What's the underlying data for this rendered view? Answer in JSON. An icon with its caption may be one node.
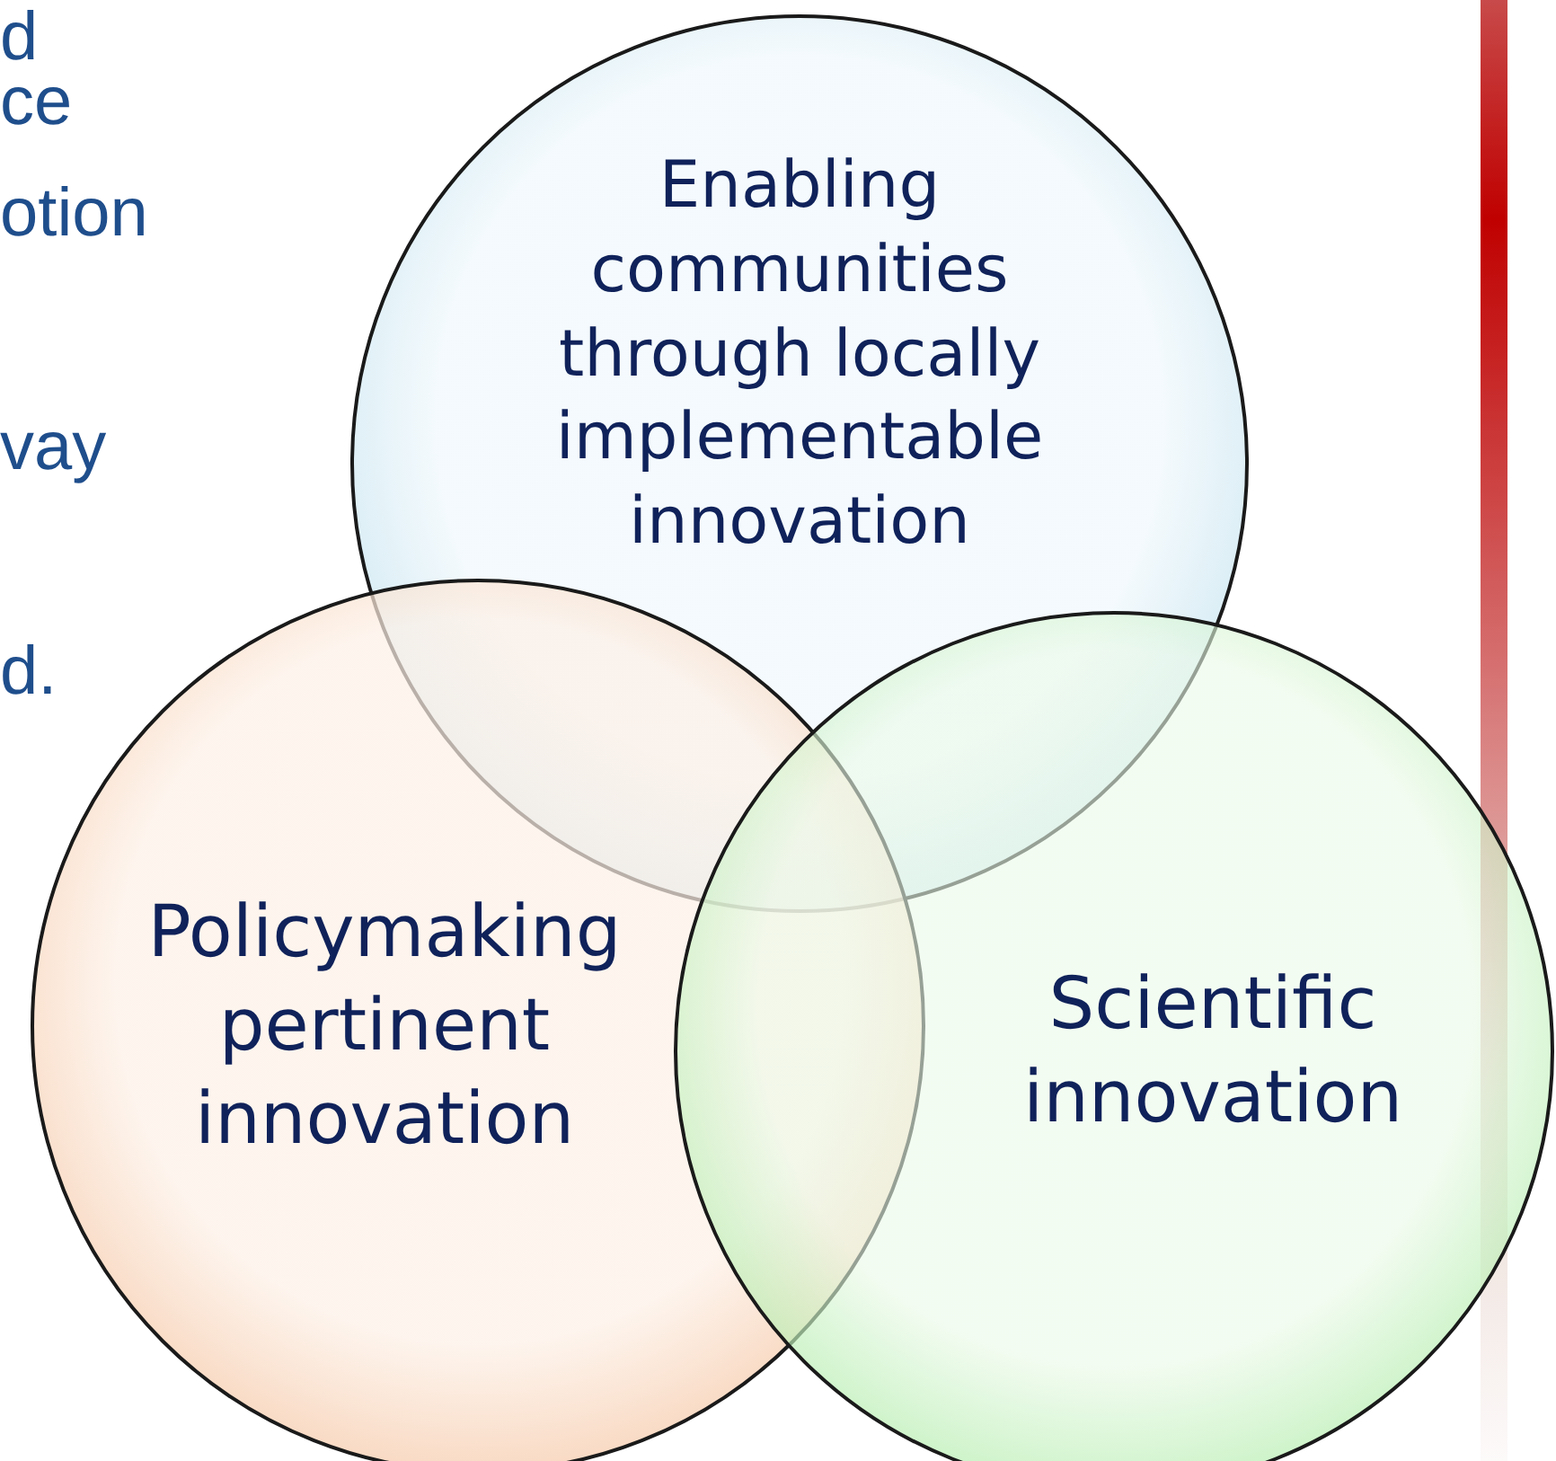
{
  "diagram": {
    "nodes": [
      {
        "text": [
          "Enabling communities through locally implementable innovation"
        ]
      },
      {
        "text": [
          "Policymaking pertinent innovation"
        ]
      },
      {
        "text": [
          "Scientific innovation"
        ]
      }
    ],
    "labels": [
      "d",
      "ce",
      "otion",
      "vay",
      "d."
    ]
  }
}
